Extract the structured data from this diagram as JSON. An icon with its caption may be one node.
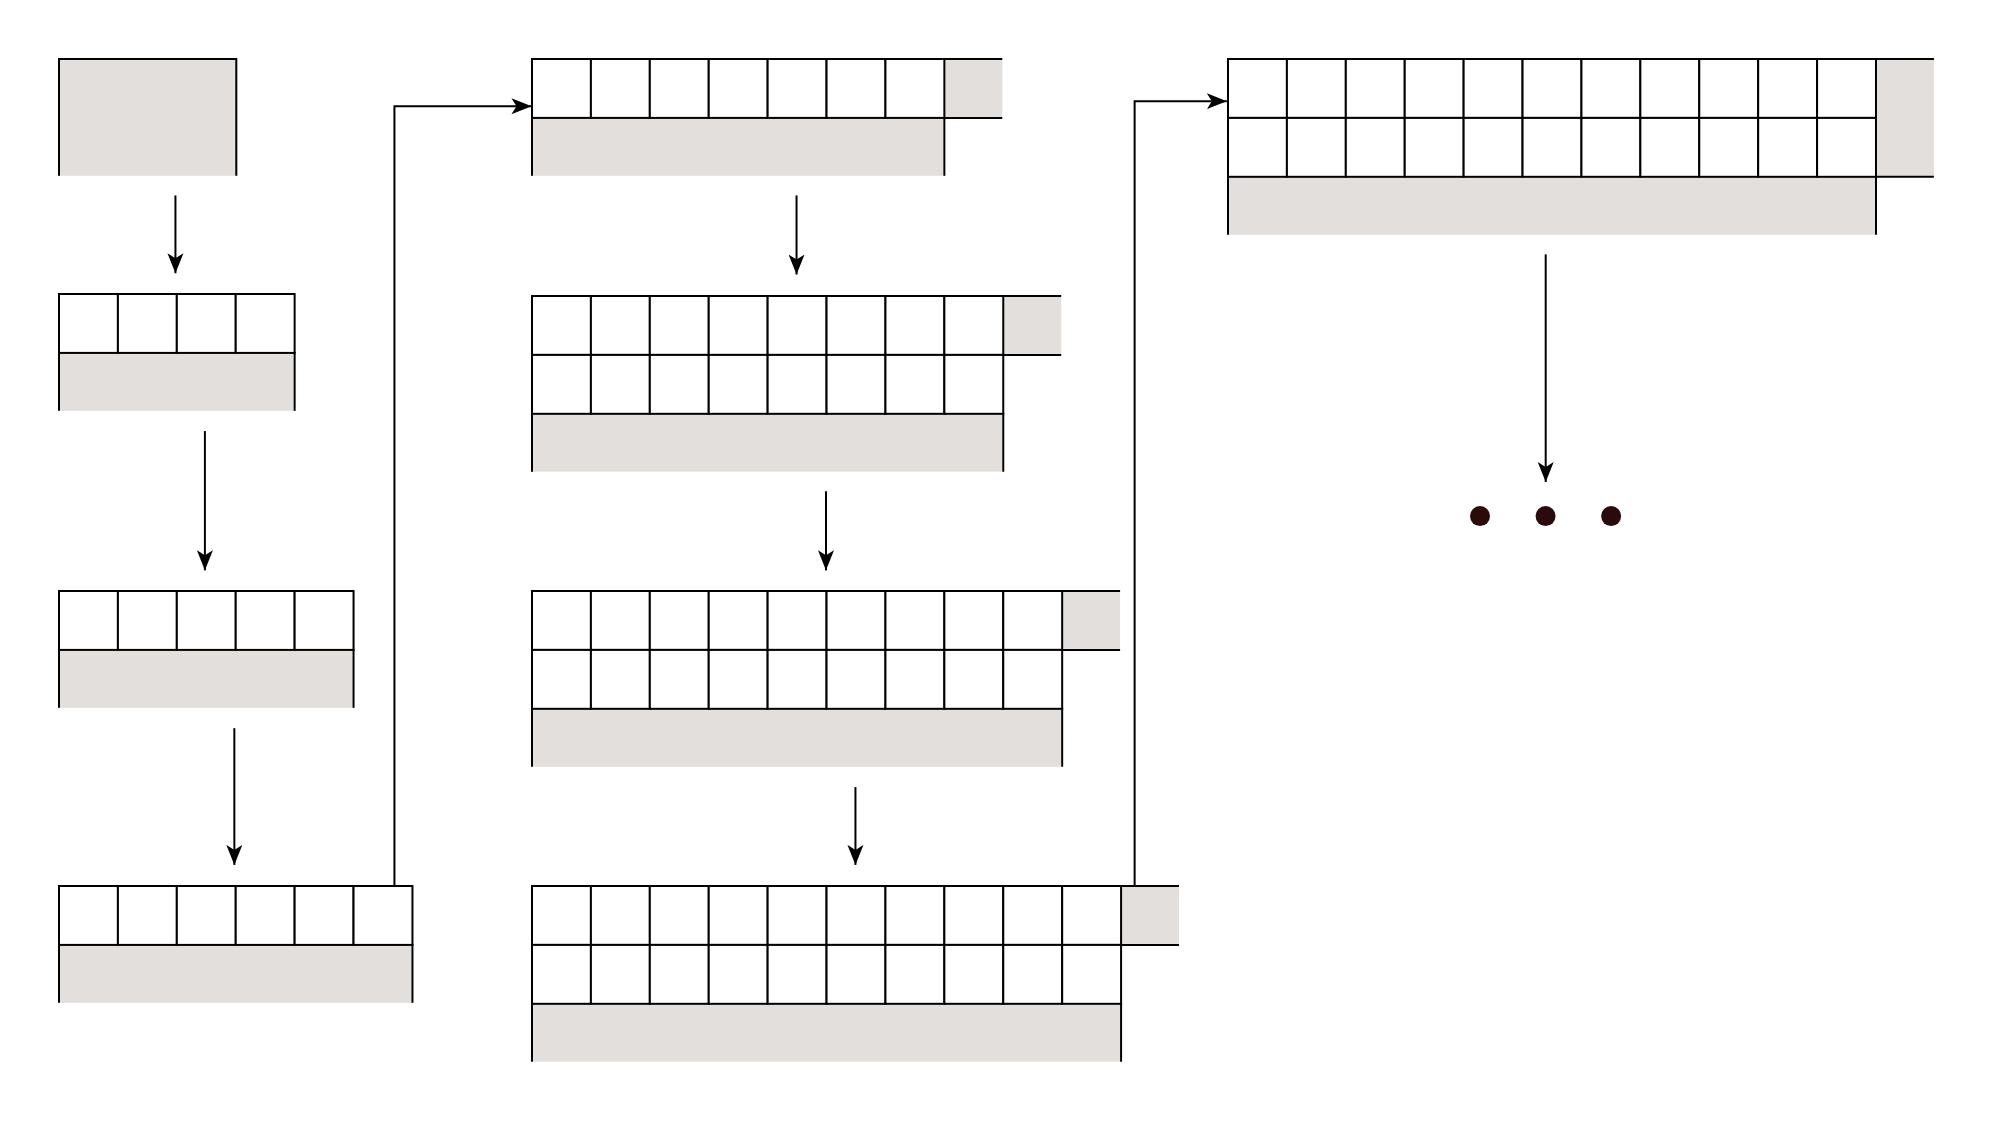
{
  "diagram": {
    "nodes": [
      {
        "text": [],
        "shape": "box"
      },
      {
        "text": [],
        "shape": "grid"
      },
      {
        "text": [],
        "shape": "grid"
      },
      {
        "text": [],
        "shape": "grid"
      },
      {
        "text": [],
        "shape": "grid"
      },
      {
        "text": [],
        "shape": "grid"
      },
      {
        "text": [],
        "shape": "grid"
      },
      {
        "text": [],
        "shape": "grid"
      },
      {
        "text": [],
        "shape": "grid"
      },
      {
        "text": [],
        "shape": "ellipsis"
      }
    ],
    "edges": [
      {
        "from": 0,
        "to": 1,
        "arrow": "to"
      },
      {
        "from": 1,
        "to": 2,
        "arrow": "to"
      },
      {
        "from": 2,
        "to": 3,
        "arrow": "to"
      },
      {
        "from": 3,
        "to": 4,
        "arrow": "to"
      },
      {
        "from": 4,
        "to": 5,
        "arrow": "to"
      },
      {
        "from": 5,
        "to": 6,
        "arrow": "to"
      },
      {
        "from": 6,
        "to": 7,
        "arrow": "to"
      },
      {
        "from": 7,
        "to": 8,
        "arrow": "to"
      },
      {
        "from": 8,
        "to": 9,
        "arrow": "to"
      }
    ]
  }
}
